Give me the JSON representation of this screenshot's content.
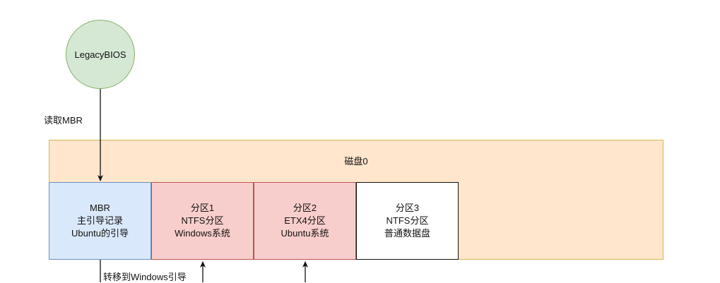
{
  "bios": {
    "label": "LegacyBIOS"
  },
  "edges": {
    "read_mbr": "读取MBR",
    "transfer_windows": "转移到Windows引导"
  },
  "disk": {
    "title": "磁盘0"
  },
  "partitions": [
    {
      "lines": [
        "MBR",
        "主引导记录",
        "Ubuntu的引导"
      ]
    },
    {
      "lines": [
        "分区1",
        "NTFS分区",
        "Windows系统"
      ]
    },
    {
      "lines": [
        "分区2",
        "ETX4分区",
        "Ubuntu系统"
      ]
    },
    {
      "lines": [
        "分区3",
        "NTFS分区",
        "普通数据盘"
      ]
    }
  ],
  "colors": {
    "bios_fill": "#d5e8d4",
    "bios_stroke": "#82b366",
    "disk_fill": "#ffe6cc",
    "disk_stroke": "#d6b656",
    "mbr_fill": "#dae8fc",
    "partition_fill": "#f8cecc",
    "data_partition_fill": "#ffffff"
  }
}
